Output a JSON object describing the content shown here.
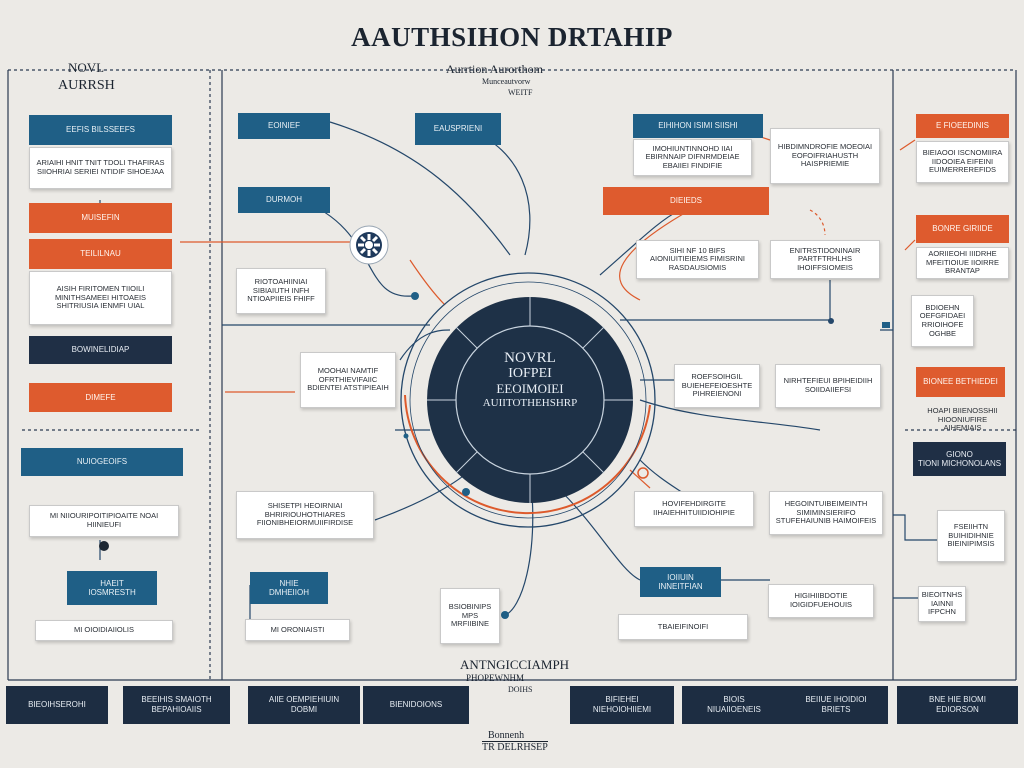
{
  "title": "AAUTHSIHON DRTAHIP",
  "colors": {
    "teal": "#1f5f86",
    "orange": "#de5b2e",
    "navy": "#1f2f45",
    "hub": "#1e3147",
    "background": "#eceae6"
  },
  "top_left_label": [
    "NOVL",
    "AURRSH"
  ],
  "top_center_label": [
    "Aurrtion Aurorthom",
    "Munceautvorw",
    "WEITF"
  ],
  "hub": {
    "line1": "NOVRL",
    "line2": "IOFPEI",
    "line3": "EEOIMOIEI",
    "line4": "AUIITOTHEHSHRP"
  },
  "bottom_center_label": [
    "ANTNGICCIAMPH",
    "PHOPEWNHM",
    "DOIHS"
  ],
  "footer_label": [
    "Bonnenh",
    "TR DELRHSEP"
  ],
  "gear_icon": "gear-icon",
  "left_column": {
    "box1": "EEFIS BILSSEEFS",
    "card1": "ARIAIHI HNIT TNIT TDOLI THAFIRAS SIIOHRIAI SERIEI NTIDIF SIHOEJAA",
    "box2": "MUISEFIN",
    "box3": "TEILILNAU",
    "card2": "AISIH FIRITOMEN TIIOILI MINITHSAMEEI HITOAEIS SHITRIUSIA IENMFI UIAL",
    "box4": "BOWINELIDIAP",
    "box5": "DIMEFE",
    "box6": "NUIOGEOIFS",
    "card3": "MI NIIOURIPOITIPIOAITE NOAI HIINIEUFI",
    "box7a": "HAEIT",
    "box7b": "IOSMRESTH",
    "card4": "MI OIOIDIAIIOLIS"
  },
  "center_left": {
    "box_a": "EOINIEF",
    "box_b": "DURMOH",
    "card_a": "RIOTOAHIINIAI SIBIAIUTH INFH NTIOAPIIEIS FHIFF",
    "box_c": "EAUSPRIENI",
    "card_b": "MOOHAI NAMTIF OFRTHIEVIFAIIC BDIENTEI ATSTIPIEAIH",
    "card_c": "SHISETPI HEOIRNIAI BHRIRIOUHOTHIARES FIIONIBHEIORMUIIFIRDISE",
    "box_d1": "NHIE",
    "box_d2": "DMHEIIOH",
    "card_d": "MI ORONIAISTI",
    "card_e": "BSIOBINIPS MPS MRFIIBINE"
  },
  "center_right": {
    "box_a": "EIHIHON ISIMI SIISHI",
    "card_a": "IMOHIUNTINNOHD IIAI EBIRNNAIP DIFNRMDEIAE EBAIIEI FINDIFIE",
    "box_b": "DIEIEDS",
    "card_b": "HIBDIMNDROFIE MOEOIAI EOFOIFRIAHUSTH HAISPRIEMIE",
    "card_c": "SIHI NF 10 BIFS AIONIUITIEIEMS FIMISRINI RASDAUSIOMIS",
    "card_d": "ENITRSTIDONINAIR PARTFTRHLHS IHOIFFSIOMEIS",
    "card_e": "ROEFSOIHGIL BUIEHEFEIOESHTE PIHREIENONI",
    "card_f": "NIRHTEFIEUI BPIHEIDIIH SOIIDAIIEFSI",
    "card_g": "HOVIFEHDIRGITE IIHAIEHHITUIIDIOHIPIE",
    "card_h": "HEGOINTUIBEIMEINTH SIMIMINSIERIFO STUFEHAIUNIB HAIMOIFEIS",
    "box_c1": "IOIIUIN",
    "box_c2": "INNEITFIAN",
    "card_i": "HIGIHIIBDOTIE IOIGIDFUEHOUIS",
    "card_j": "TBAIEIFINOIFI"
  },
  "right_column": {
    "box1": "E FIOEEDINIS",
    "card1": "BIEIAOOI ISCNOMIIRA IIDOOIEA EIFEINI EUIMERREREFIDS",
    "box2": "BONRE GIRIIDE",
    "card2": "AORIIEOHI IIIDRHE MFEITIOIUE IIOIRRE BRANTAP",
    "card3": "BDIOEHN OEFGFIDAEI RRIOIHOFE OGHBE",
    "box3": "BIONEE BETHIEDEI",
    "card4": "HOAPI BIIENOSSHII HIOONIUFIRE AIHEMIAIS",
    "box4a": "GIONO",
    "box4b": "TIONI MICHONOLANS",
    "card5": "FSEIIHTN BUIHIDIHNIE BIEINIPIMSIS",
    "card6": "BIEOITNHS IAINNI IFPCHN"
  },
  "bottom_row": [
    {
      "l1": "BIEOIHSEROHI",
      "l2": ""
    },
    {
      "l1": "BEEIHIS SMAIOTH",
      "l2": "BEPAHIOAIIS"
    },
    {
      "l1": "AIIE OEMPIEHIUIN",
      "l2": "DOBMI"
    },
    {
      "l1": "BIENIDOIONS",
      "l2": ""
    },
    {
      "l1": "BIFIEHEI",
      "l2": "NIEHOIOHIIEMI"
    },
    {
      "l1": "BIOIS",
      "l2": "NIUAIIOENEIS"
    },
    {
      "l1": "BEIIUE IHOIDIOI",
      "l2": "BRIETS"
    },
    {
      "l1": "BNE HIE BIOMI",
      "l2": "EDIORSON"
    }
  ]
}
